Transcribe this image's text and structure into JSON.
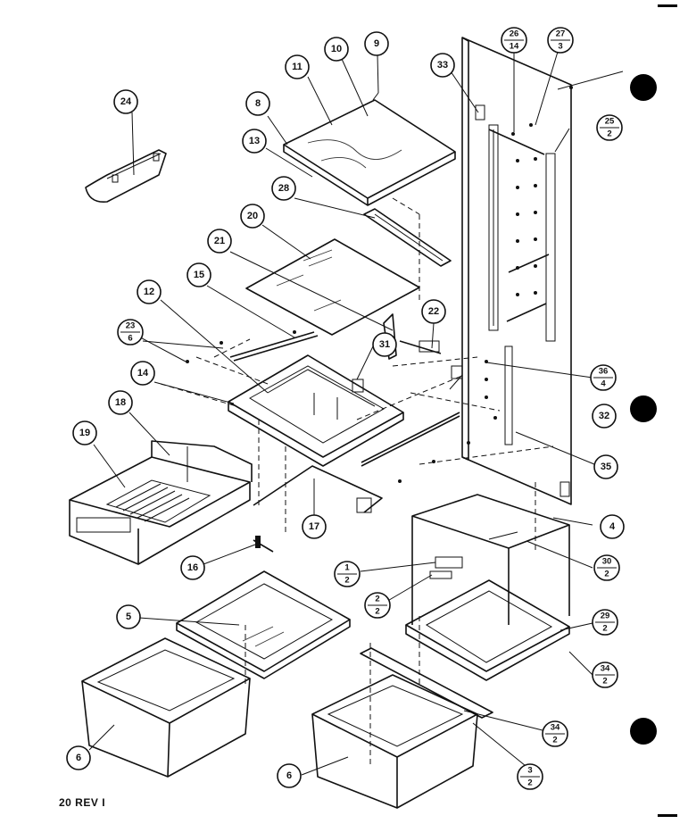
{
  "footer": {
    "revision": "20 REV  I"
  },
  "callouts": [
    {
      "id": "c24",
      "label": "24"
    },
    {
      "id": "c11",
      "label": "11"
    },
    {
      "id": "c10",
      "label": "10"
    },
    {
      "id": "c9",
      "label": "9"
    },
    {
      "id": "c8",
      "label": "8"
    },
    {
      "id": "c13",
      "label": "13"
    },
    {
      "id": "c28",
      "label": "28"
    },
    {
      "id": "c20",
      "label": "20"
    },
    {
      "id": "c21",
      "label": "21"
    },
    {
      "id": "c15",
      "label": "15"
    },
    {
      "id": "c12",
      "label": "12"
    },
    {
      "id": "c14",
      "label": "14"
    },
    {
      "id": "c18",
      "label": "18"
    },
    {
      "id": "c19",
      "label": "19"
    },
    {
      "id": "c17",
      "label": "17"
    },
    {
      "id": "c16",
      "label": "16"
    },
    {
      "id": "c5",
      "label": "5"
    },
    {
      "id": "c6a",
      "label": "6"
    },
    {
      "id": "c6b",
      "label": "6"
    },
    {
      "id": "c22",
      "label": "22"
    },
    {
      "id": "c31",
      "label": "31"
    },
    {
      "id": "c32",
      "label": "32"
    },
    {
      "id": "c35",
      "label": "35"
    },
    {
      "id": "c4",
      "label": "4"
    },
    {
      "id": "c33",
      "label": "33"
    }
  ],
  "fractions": [
    {
      "id": "f26",
      "top": "26",
      "bottom": "14"
    },
    {
      "id": "f27",
      "top": "27",
      "bottom": "3"
    },
    {
      "id": "f25",
      "top": "25",
      "bottom": "2"
    },
    {
      "id": "f23",
      "top": "23",
      "bottom": "6"
    },
    {
      "id": "f36",
      "top": "36",
      "bottom": "4"
    },
    {
      "id": "f1",
      "top": "1",
      "bottom": "2"
    },
    {
      "id": "f2",
      "top": "2",
      "bottom": "2"
    },
    {
      "id": "f30",
      "top": "30",
      "bottom": "2"
    },
    {
      "id": "f29",
      "top": "29",
      "bottom": "2"
    },
    {
      "id": "f34a",
      "top": "34",
      "bottom": "2"
    },
    {
      "id": "f34b",
      "top": "34",
      "bottom": "2"
    },
    {
      "id": "f3",
      "top": "3",
      "bottom": "2"
    }
  ]
}
